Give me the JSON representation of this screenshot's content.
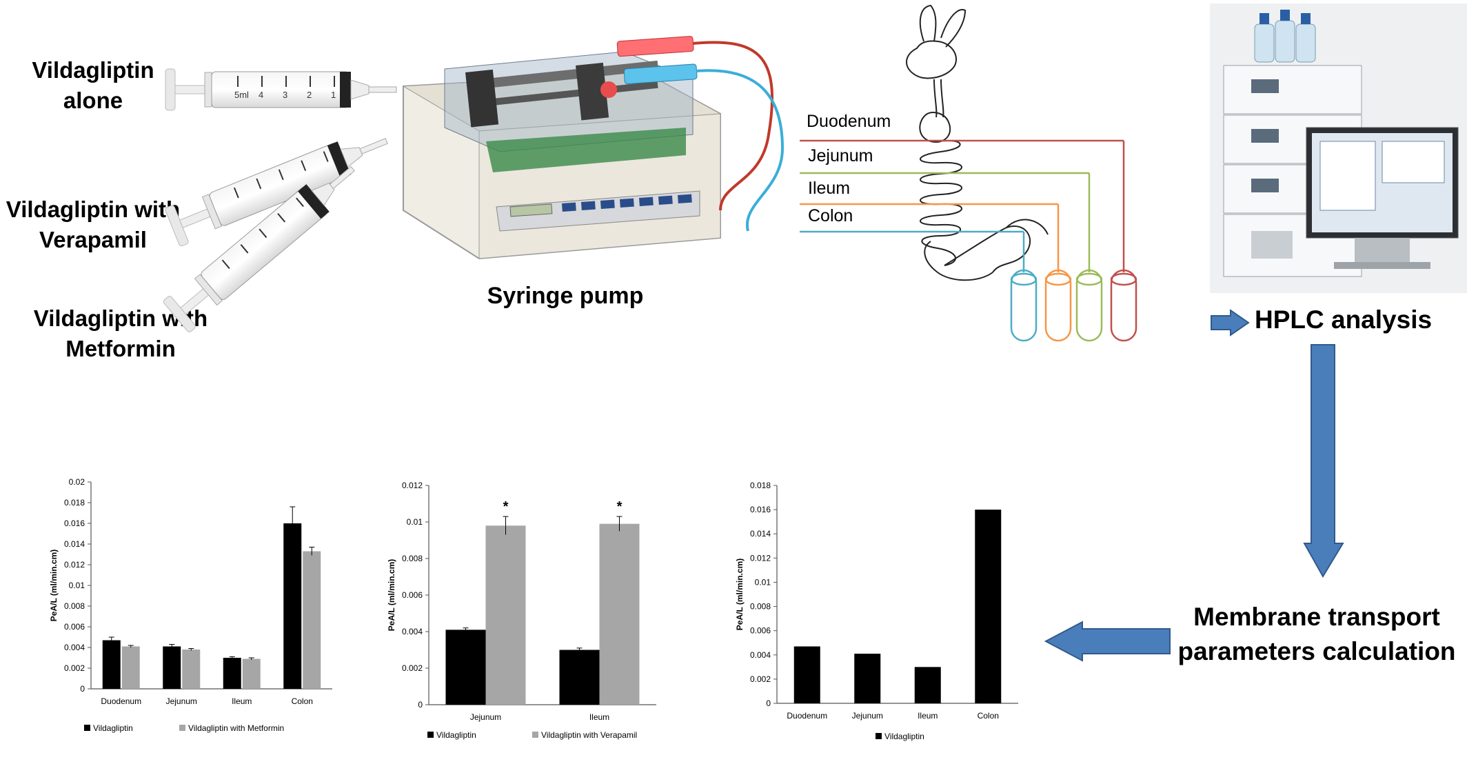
{
  "inputs": [
    {
      "label": "Vildagliptin alone"
    },
    {
      "label": "Vildagliptin with Verapamil"
    },
    {
      "label": "Vildagliptin with Metformin"
    }
  ],
  "pump_label": "Syringe pump",
  "segments": [
    "Duodenum",
    "Jejunum",
    "Ileum",
    "Colon"
  ],
  "hplc_label": "HPLC analysis",
  "membrane_label": "Membrane transport parameters calculation",
  "colors": {
    "duodenum": "#c0504d",
    "jejunum": "#9bbb59",
    "ileum": "#f79646",
    "colon": "#4bacc6",
    "arrow": "#4a7ebb",
    "bar_primary": "#000000",
    "bar_secondary": "#a6a6a6"
  },
  "chart_data": [
    {
      "type": "bar",
      "categories": [
        "Duodenum",
        "Jejunum",
        "Ileum",
        "Colon"
      ],
      "series": [
        {
          "name": "Vildagliptin",
          "values": [
            0.0047,
            0.0041,
            0.003,
            0.016
          ],
          "errors": [
            0.0003,
            0.0002,
            0.0001,
            0.0016
          ]
        },
        {
          "name": "Vildagliptin with Metformin",
          "values": [
            0.0041,
            0.0038,
            0.0029,
            0.0133
          ],
          "errors": [
            0.0001,
            0.0001,
            0.0001,
            0.0004
          ]
        }
      ],
      "ylabel": "PeA/L (ml/min.cm)",
      "ylim": [
        0,
        0.02
      ],
      "yticks": [
        "0",
        "0.002",
        "0.004",
        "0.006",
        "0.008",
        "0.01",
        "0.012",
        "0.014",
        "0.016",
        "0.018",
        "0.02"
      ],
      "legend": "bottom",
      "annotations": []
    },
    {
      "type": "bar",
      "categories": [
        "Jejunum",
        "Ileum"
      ],
      "series": [
        {
          "name": "Vildagliptin",
          "values": [
            0.0041,
            0.003
          ],
          "errors": [
            0.0001,
            0.0001
          ]
        },
        {
          "name": "Vildagliptin with Verapamil",
          "values": [
            0.0098,
            0.0099
          ],
          "errors": [
            0.0005,
            0.0004
          ]
        }
      ],
      "ylabel": "PeA/L (ml/min.cm)",
      "ylim": [
        0,
        0.012
      ],
      "yticks": [
        "0",
        "0.002",
        "0.004",
        "0.006",
        "0.008",
        "0.01",
        "0.012"
      ],
      "legend": "bottom",
      "annotations": [
        "*",
        "*"
      ]
    },
    {
      "type": "bar",
      "categories": [
        "Duodenum",
        "Jejunum",
        "Ileum",
        "Colon"
      ],
      "series": [
        {
          "name": "Vildagliptin",
          "values": [
            0.0047,
            0.0041,
            0.003,
            0.016
          ],
          "errors": [
            0,
            0,
            0,
            0
          ]
        }
      ],
      "ylabel": "PeA/L (ml/min.cm)",
      "ylim": [
        0,
        0.018
      ],
      "yticks": [
        "0",
        "0.002",
        "0.004",
        "0.006",
        "0.008",
        "0.01",
        "0.012",
        "0.014",
        "0.016",
        "0.018"
      ],
      "legend": "bottom",
      "annotations": []
    }
  ]
}
